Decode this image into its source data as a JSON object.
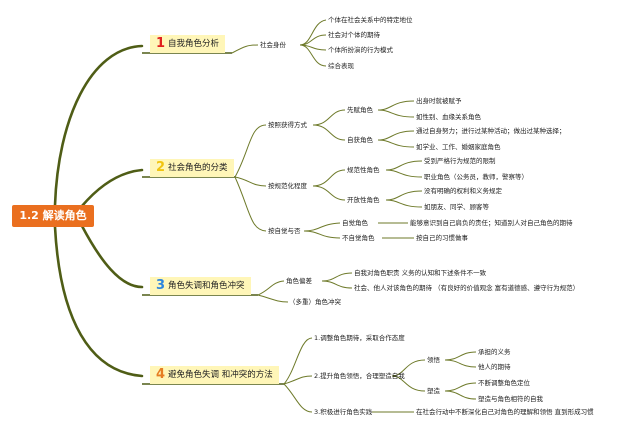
{
  "root": "1.2 解读角色",
  "branches": [
    {
      "num": "1",
      "num_color": "#e02020",
      "label": "自我角色分析"
    },
    {
      "num": "2",
      "num_color": "#f1c40f",
      "label": "社会角色的分类"
    },
    {
      "num": "3",
      "num_color": "#2e86de",
      "label": "角色失调和角色冲突"
    },
    {
      "num": "4",
      "num_color": "#e67e22",
      "label": "避免角色失调 和冲突的方法"
    }
  ],
  "b1": {
    "mid": "社会身份",
    "leaves": [
      "个体在社会关系中的特定地位",
      "社会对个体的期待",
      "个体所扮演的行为模式",
      "综合表现"
    ]
  },
  "b2": {
    "groups": [
      {
        "label": "按照获得方式",
        "subs": [
          {
            "label": "先赋角色",
            "leaves": [
              "出身时就被赋予",
              "如性别、血缘关系角色"
            ]
          },
          {
            "label": "自获角色",
            "leaves": [
              "通过自身努力；进行过某种活动；做出过某种选择；",
              "如学业、工作、婚姻家庭角色"
            ]
          }
        ]
      },
      {
        "label": "按规范化程度",
        "subs": [
          {
            "label": "规范性角色",
            "leaves": [
              "受到严格行为规范的限制",
              "职业角色（公务员，教师，警察等）"
            ]
          },
          {
            "label": "开放性角色",
            "leaves": [
              "没有明确的权利和义务规定",
              "如朋友、同学、顾客等"
            ]
          }
        ]
      },
      {
        "label": "按自觉与否",
        "subs": [
          {
            "label": "自觉角色",
            "leaves": [
              "能够意识到自己肩负的责任；知道别人对自己角色的期待"
            ]
          },
          {
            "label": "不自觉角色",
            "leaves": [
              "按自己的习惯做事"
            ]
          }
        ]
      }
    ]
  },
  "b3": {
    "mid1": "角色偏差",
    "leaves": [
      "自我对角色职责 义务的认知和下述条件不一致",
      "社会、他人对该角色的期待 （有良好的价值观念 富有道德感、遵守行为规范）"
    ],
    "mid2": "（多重）角色冲突"
  },
  "b4": {
    "items": [
      "1.调整角色期待，采取合作态度",
      "2.提升角色领悟，合理塑造自我",
      "3.积极进行角色实践"
    ],
    "sub1": "领悟",
    "sub1_leaves": [
      "承担的义务",
      "他人的期待"
    ],
    "sub2": "塑造",
    "sub2_leaves": [
      "不断调整角色定位",
      "塑造与角色相符的自我"
    ],
    "item3_leaf": "在社会行动中不断深化自己对角色的理解和领悟 直到形成习惯"
  }
}
